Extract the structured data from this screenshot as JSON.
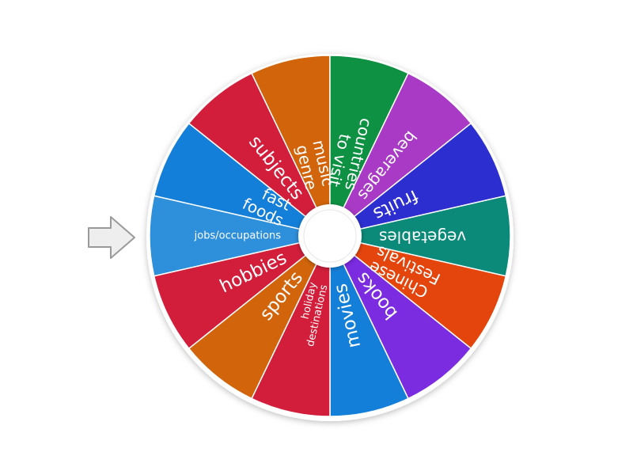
{
  "wheel": {
    "segments": [
      {
        "label": "jobs/occupations",
        "color": "#2e8fdb",
        "size": "small"
      },
      {
        "label": "fast\nfoods",
        "color": "#137fd8",
        "size": "medium"
      },
      {
        "label": "subjects",
        "color": "#d21e3b",
        "size": "large"
      },
      {
        "label": "music\ngenre",
        "color": "#d2650b",
        "size": "medium"
      },
      {
        "label": "countries\nto visit",
        "color": "#0e9143",
        "size": "medium"
      },
      {
        "label": "beverages",
        "color": "#a83ac6",
        "size": "medium"
      },
      {
        "label": "fruits",
        "color": "#2c2ed0",
        "size": "large"
      },
      {
        "label": "vegetables",
        "color": "#0b8a79",
        "size": "medium"
      },
      {
        "label": "Chinese\nFestivals",
        "color": "#e4450c",
        "size": "medium"
      },
      {
        "label": "books",
        "color": "#7b2be0",
        "size": "large"
      },
      {
        "label": "movies",
        "color": "#137fd8",
        "size": "large"
      },
      {
        "label": "holiday\ndestinations",
        "color": "#d21e3b",
        "size": "small"
      },
      {
        "label": "sports",
        "color": "#d2650b",
        "size": "large"
      },
      {
        "label": "hobbies",
        "color": "#d21e3b",
        "size": "large"
      }
    ],
    "hub_color": "#ffffff",
    "rim_color": "#ffffff"
  },
  "pointer": {
    "icon": "arrow-right-icon",
    "fill": "#eeeeee",
    "stroke": "#9a9a9a"
  }
}
